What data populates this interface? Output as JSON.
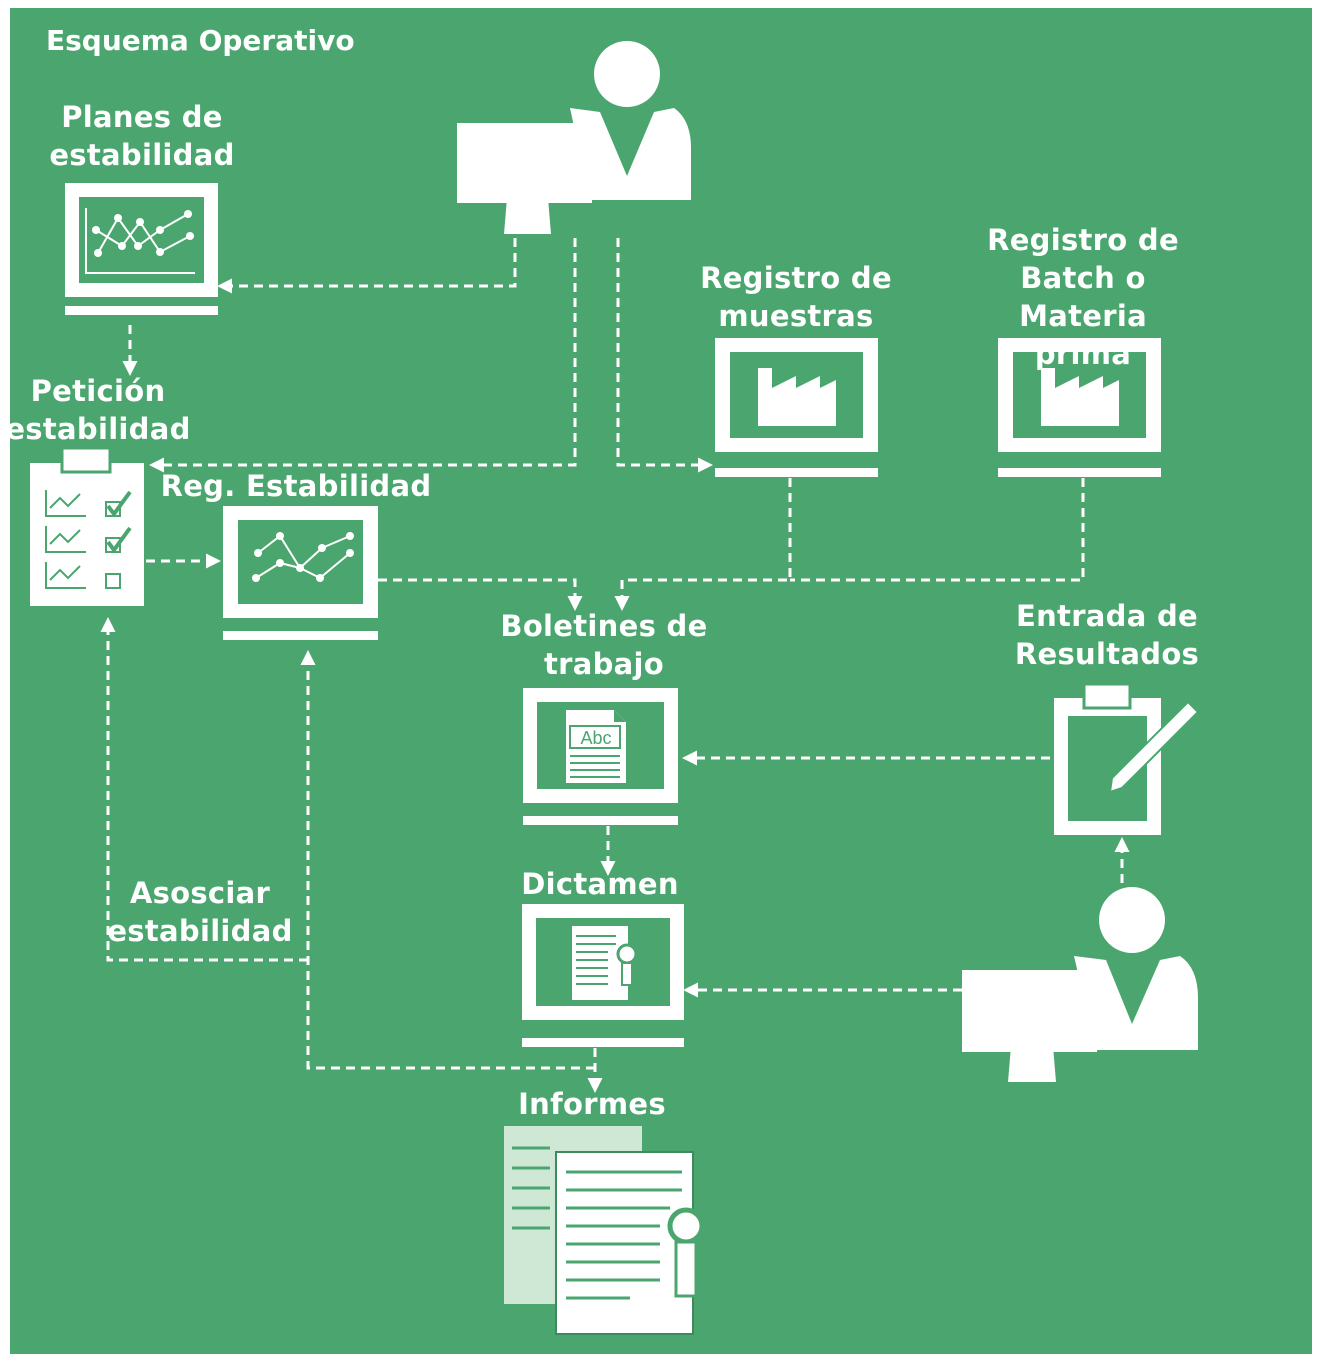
{
  "title": "Esquema Operativo",
  "colors": {
    "background": "#4aa66e",
    "foreground": "#ffffff"
  },
  "nodes": {
    "planes": "Planes de\nestabilidad",
    "peticion": "Petición\nestabilidad",
    "reg_estabilidad": "Reg. Estabilidad",
    "registro_muestras": "Registro de\nmuestras",
    "registro_batch": "Registro de\nBatch o\nMateria prima",
    "boletines": "Boletines de\ntrabajo",
    "entrada_resultados": "Entrada de\nResultados",
    "dictamen": "Dictamen",
    "asociar": "Asosciar\nestabilidad",
    "informes": "Informes"
  },
  "icon_text": {
    "document_label": "Abc"
  },
  "icons": [
    "user-computer-icon",
    "chart-monitor-icon",
    "clipboard-checklist-icon",
    "factory-monitor-icon",
    "document-monitor-icon",
    "clipboard-pencil-icon",
    "certificate-monitor-icon",
    "reports-icon"
  ]
}
